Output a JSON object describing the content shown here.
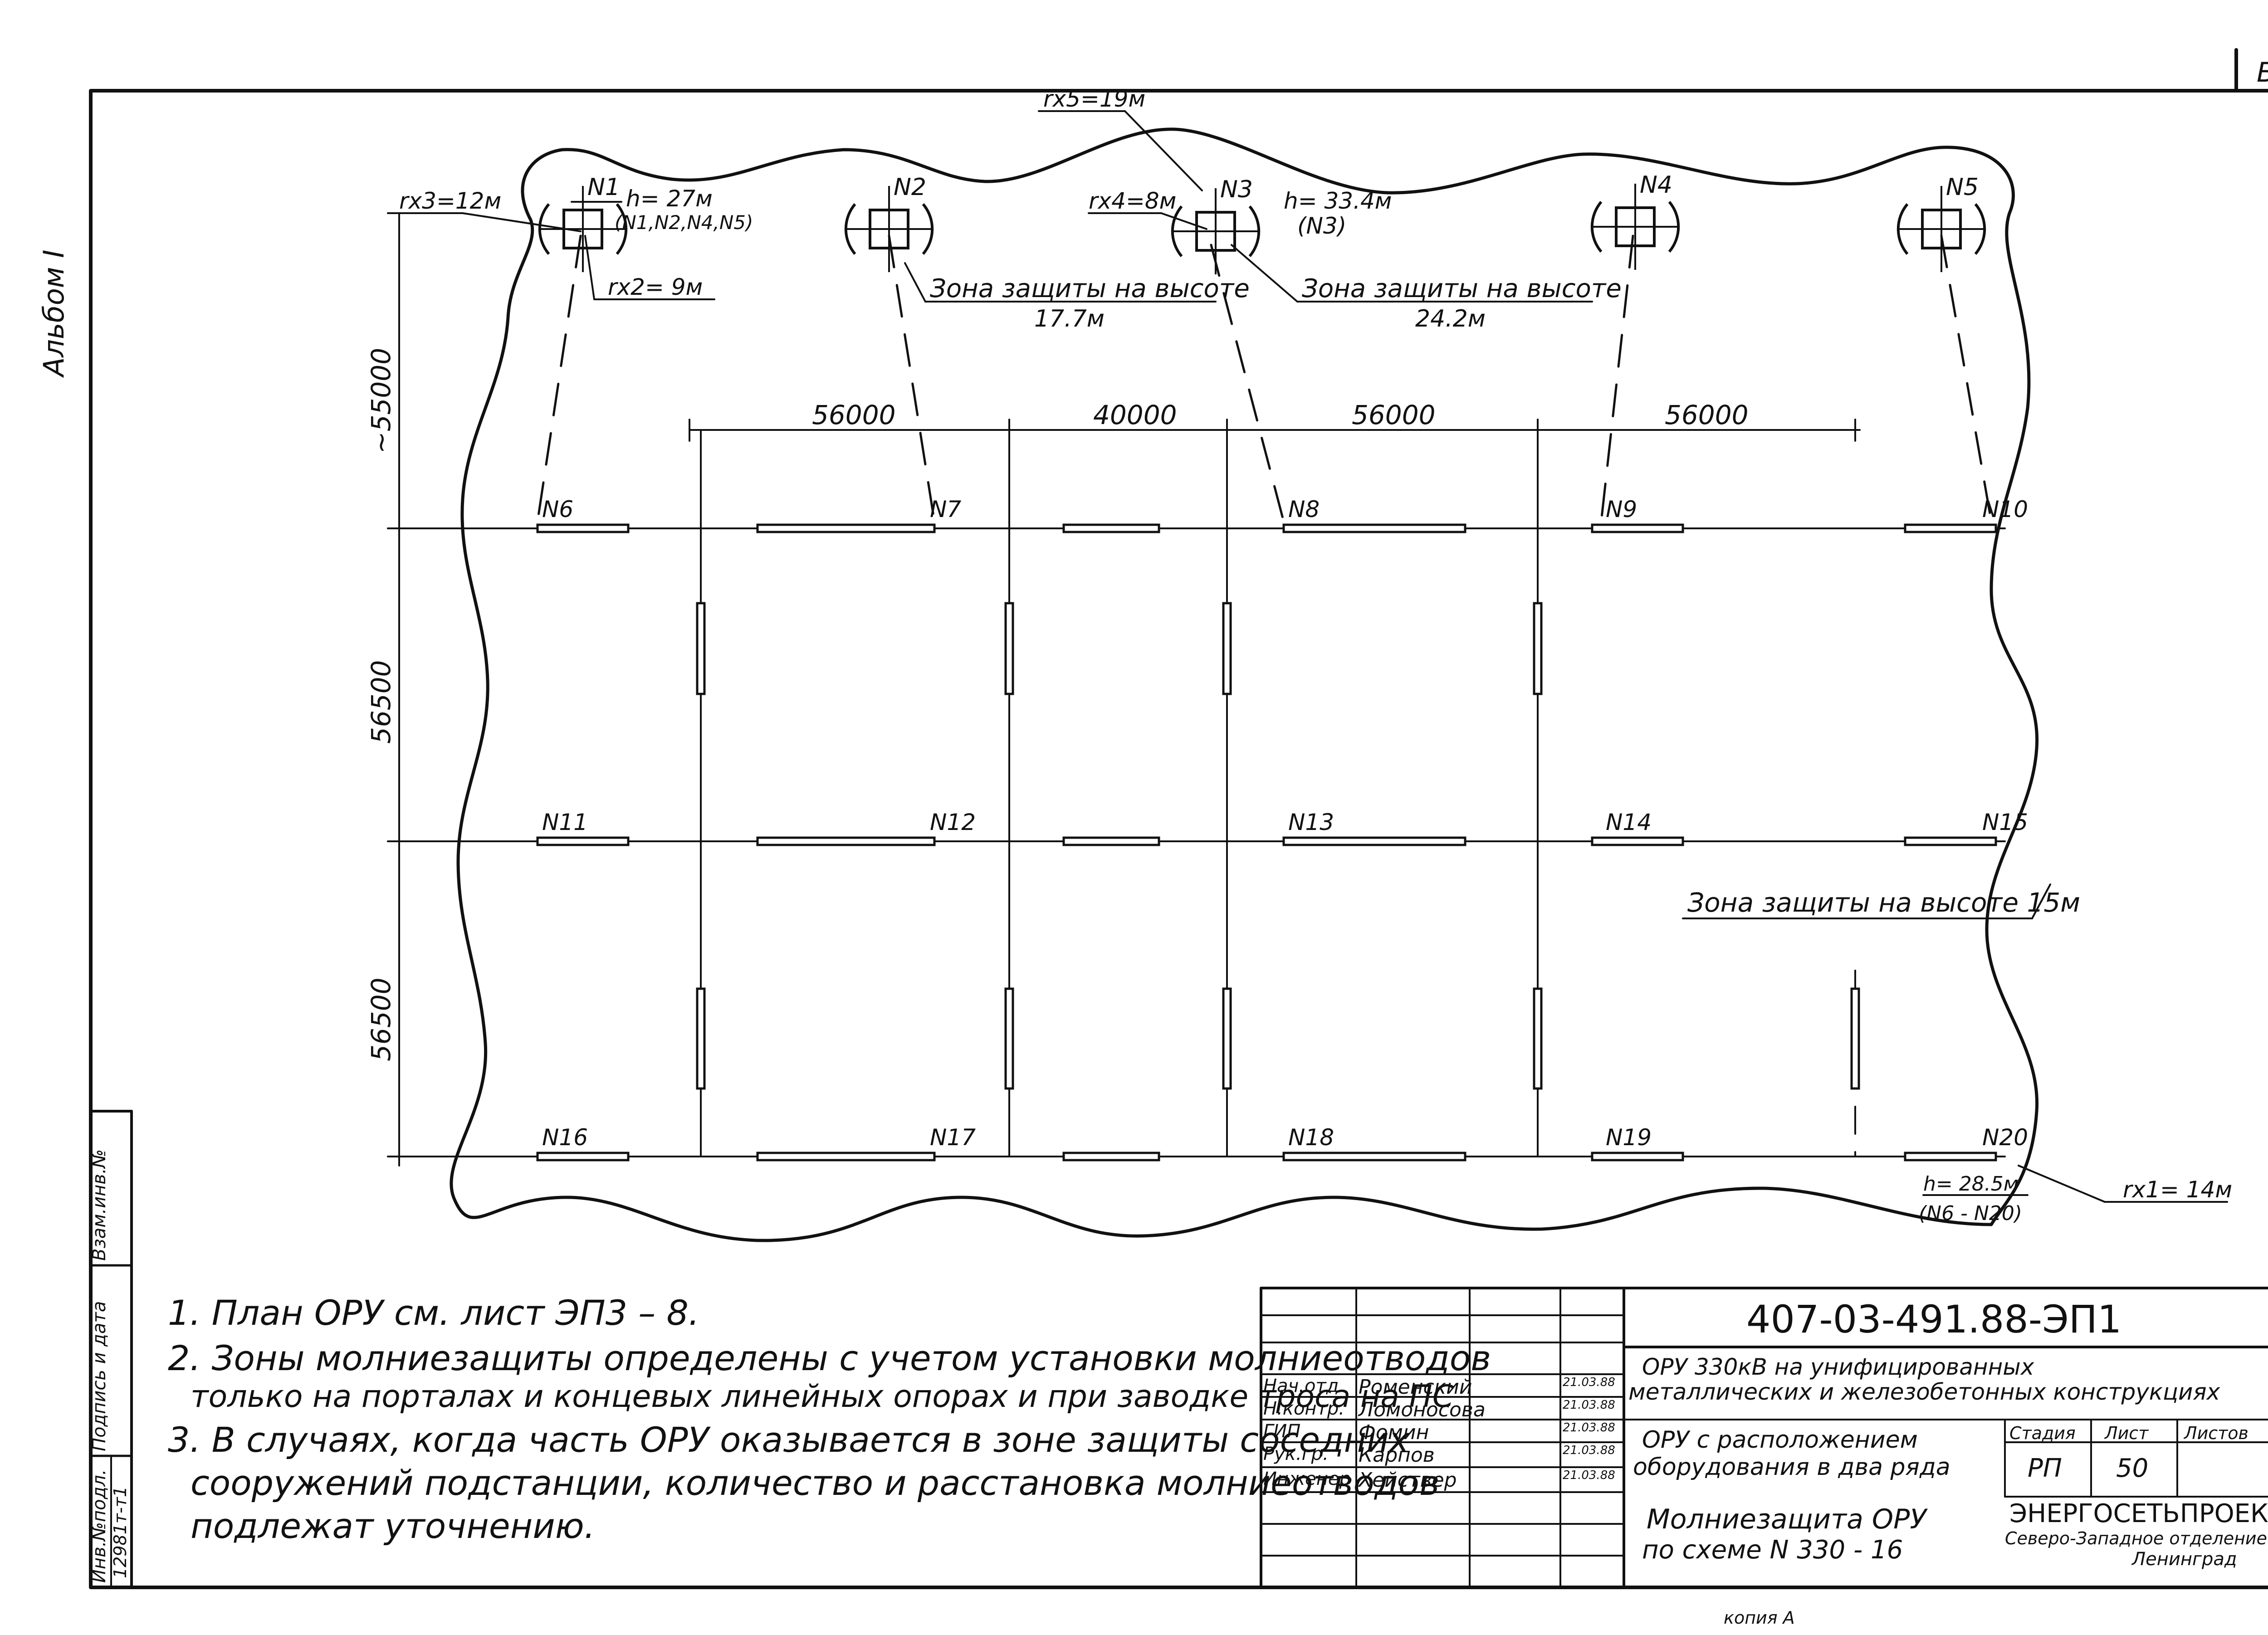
{
  "sheet": {
    "corner_mark": "Б",
    "album": "Альбом I",
    "side_stamp": [
      "Инв.№подл.",
      "Подпись и дата",
      "Взам.инв.№"
    ],
    "inv_number": "12981т-т1",
    "bottom_fragment": "копия   А"
  },
  "dimensions": {
    "top": [
      "56000",
      "40000",
      "56000",
      "56000"
    ],
    "left": [
      "~55000",
      "56500",
      "56500"
    ]
  },
  "masts": [
    "N1",
    "N2",
    "N3",
    "N4",
    "N5"
  ],
  "portals": [
    "N6",
    "N7",
    "N8",
    "N9",
    "N10",
    "N11",
    "N12",
    "N13",
    "N14",
    "N15",
    "N16",
    "N17",
    "N18",
    "N19",
    "N20"
  ],
  "annotations": {
    "rx5": "rx5=19м",
    "rx3": "rx3=12м",
    "rx2": "rx2= 9м",
    "rx4": "rx4=8м",
    "rx1": "rx1= 14м",
    "h_masts": "h= 27м",
    "h_masts_which": "(N1,N2,N4,N5)",
    "h_n3": "h= 33.4м",
    "h_n3_which": "(N3)",
    "h_portals": "h= 28.5м",
    "h_portals_which": "(N6 - N20)",
    "zone_177_line1": "Зона защиты на высоте",
    "zone_177_line2": "17.7м",
    "zone_242_line1": "Зона защиты на высоте",
    "zone_242_line2": "24.2м",
    "zone_15": "Зона защиты на высоте 15м"
  },
  "notes": [
    "1. План ОРУ см. лист  ЭП3 – 8.",
    "2. Зоны молниезащиты определены с учетом установки молниеотводов",
    "только на порталах и концевых линейных опорах и при заводке троса на ПС",
    "3. В случаях, когда часть ОРУ оказывается в зоне защиты  соседних",
    "сооружений подстанции, количество и расстановка молниеотводов",
    "подлежат уточнению."
  ],
  "title_block": {
    "code": "407-03-491.88-ЭП1",
    "project_line1": "ОРУ 330кВ  на унифицированных",
    "project_line2": "металлических и железобетонных конструкциях",
    "sub_line1": "ОРУ с расположением",
    "sub_line2": "оборудования в два ряда",
    "sheet_title_line1": "Молниезащита  ОРУ",
    "sheet_title_line2": "по схеме  N 330 - 16",
    "hdr_stage": "Стадия",
    "hdr_sheet": "Лист",
    "hdr_sheets": "Листов",
    "stage": "РП",
    "sheet_no": "50",
    "org_line1": "ЭНЕРГОСЕТЬПРОЕКТ",
    "org_line2": "Северо-Западное отделение",
    "org_line3": "Ленинград",
    "signers": [
      {
        "role": "Нач.отд.",
        "name": "Роменский",
        "date": "21.03.88"
      },
      {
        "role": "Н.контр.",
        "name": "Ломоносова",
        "date": "21.03.88"
      },
      {
        "role": "ГИП",
        "name": "Фомин",
        "date": "21.03.88"
      },
      {
        "role": "Рук.гр.",
        "name": "Карпов",
        "date": "21.03.88"
      },
      {
        "role": "Инженер",
        "name": "Хействер",
        "date": "21.03.88"
      }
    ]
  }
}
